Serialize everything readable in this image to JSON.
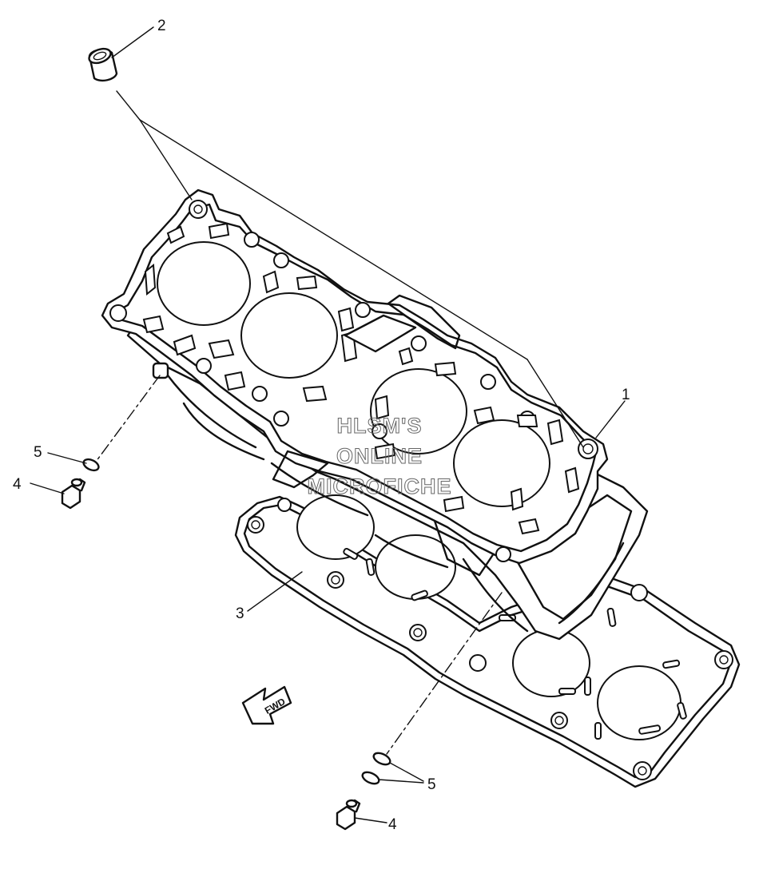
{
  "diagram": {
    "watermark": {
      "lines": [
        "HLSM'S",
        "ONLINE",
        "MICROFICHE"
      ]
    },
    "fwd_label": "FWD",
    "callouts": [
      {
        "id": "callout-1",
        "number": "1"
      },
      {
        "id": "callout-2",
        "number": "2"
      },
      {
        "id": "callout-3",
        "number": "3"
      },
      {
        "id": "callout-4-left",
        "number": "4"
      },
      {
        "id": "callout-5-left",
        "number": "5"
      },
      {
        "id": "callout-5-right",
        "number": "5"
      },
      {
        "id": "callout-4-right",
        "number": "4"
      }
    ]
  }
}
